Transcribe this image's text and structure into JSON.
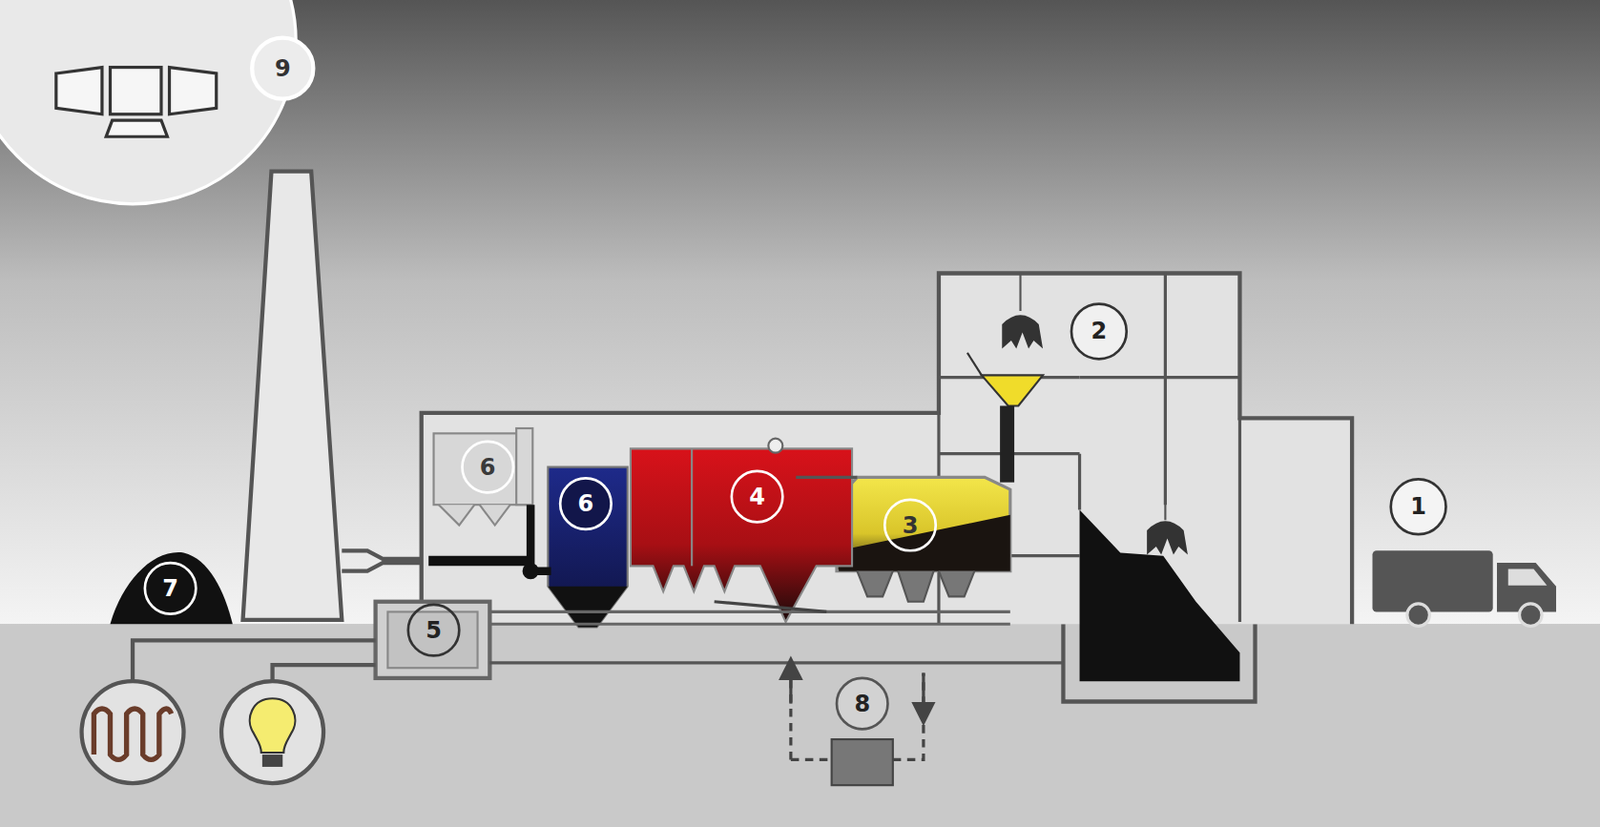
{
  "diagram": {
    "labels": [
      "9",
      "2",
      "6",
      "6",
      "4",
      "3",
      "1",
      "7",
      "5",
      "8"
    ]
  }
}
